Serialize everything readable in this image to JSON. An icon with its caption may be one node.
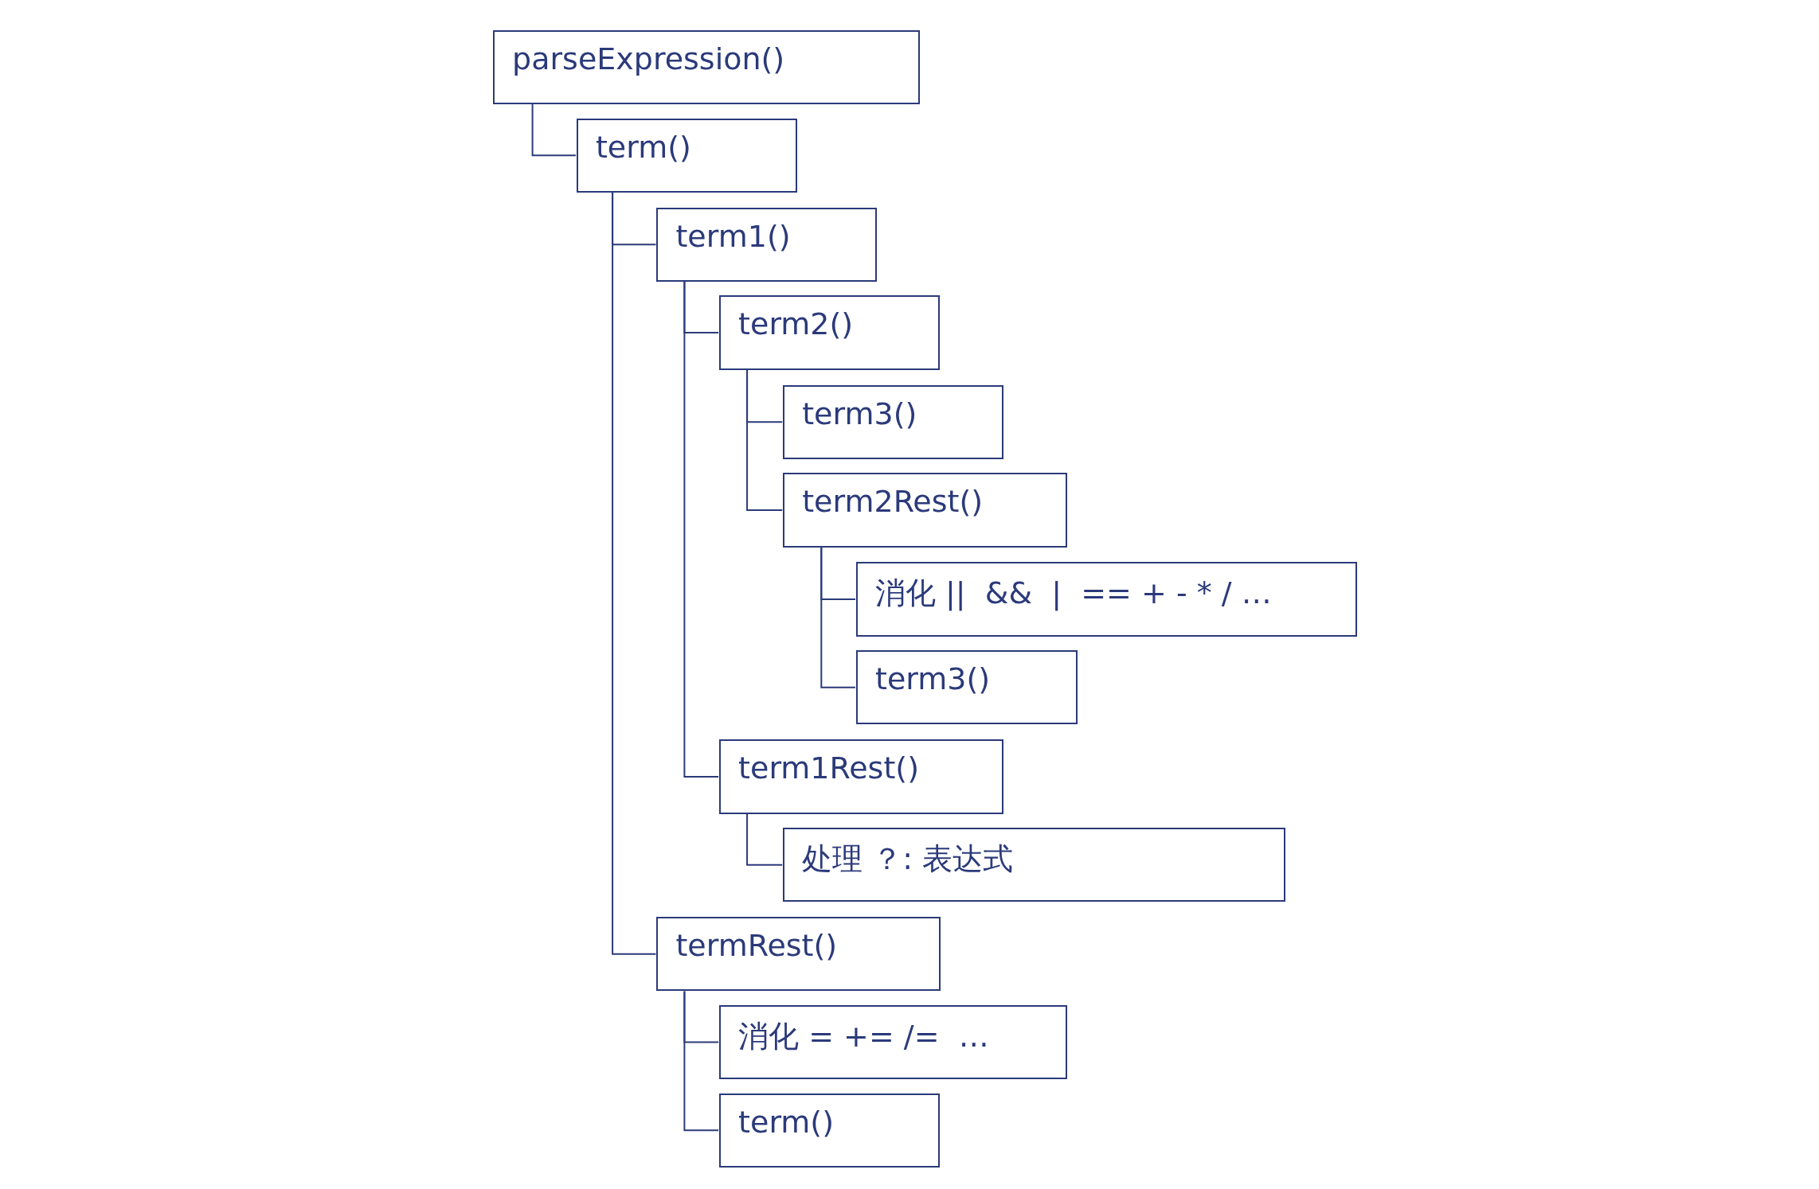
{
  "diagram": {
    "nodes": [
      {
        "text": [
          "parseExpression()"
        ]
      },
      {
        "text": [
          "term()"
        ]
      },
      {
        "text": [
          "term1()"
        ]
      },
      {
        "text": [
          "term2()"
        ]
      },
      {
        "text": [
          "term3()"
        ]
      },
      {
        "text": [
          "term2Rest()"
        ]
      },
      {
        "text": [
          "消化 ||  &&  |  == + - * / …"
        ]
      },
      {
        "text": [
          "term3()"
        ]
      },
      {
        "text": [
          "term1Rest()"
        ]
      },
      {
        "text": [
          "处理 ？: 表达式"
        ]
      },
      {
        "text": [
          "termRest()"
        ]
      },
      {
        "text": [
          "消化 = += /=  …"
        ]
      },
      {
        "text": [
          "term()"
        ]
      }
    ],
    "edges": [
      {
        "from": 0,
        "to": 1,
        "arrow": "none"
      },
      {
        "from": 1,
        "to": 2,
        "arrow": "none"
      },
      {
        "from": 2,
        "to": 3,
        "arrow": "none"
      },
      {
        "from": 3,
        "to": 4,
        "arrow": "none"
      },
      {
        "from": 3,
        "to": 5,
        "arrow": "none"
      },
      {
        "from": 5,
        "to": 6,
        "arrow": "none"
      },
      {
        "from": 5,
        "to": 7,
        "arrow": "none"
      },
      {
        "from": 2,
        "to": 8,
        "arrow": "none"
      },
      {
        "from": 8,
        "to": 9,
        "arrow": "none"
      },
      {
        "from": 1,
        "to": 10,
        "arrow": "none"
      },
      {
        "from": 10,
        "to": 11,
        "arrow": "none"
      },
      {
        "from": 10,
        "to": 12,
        "arrow": "none"
      }
    ]
  }
}
